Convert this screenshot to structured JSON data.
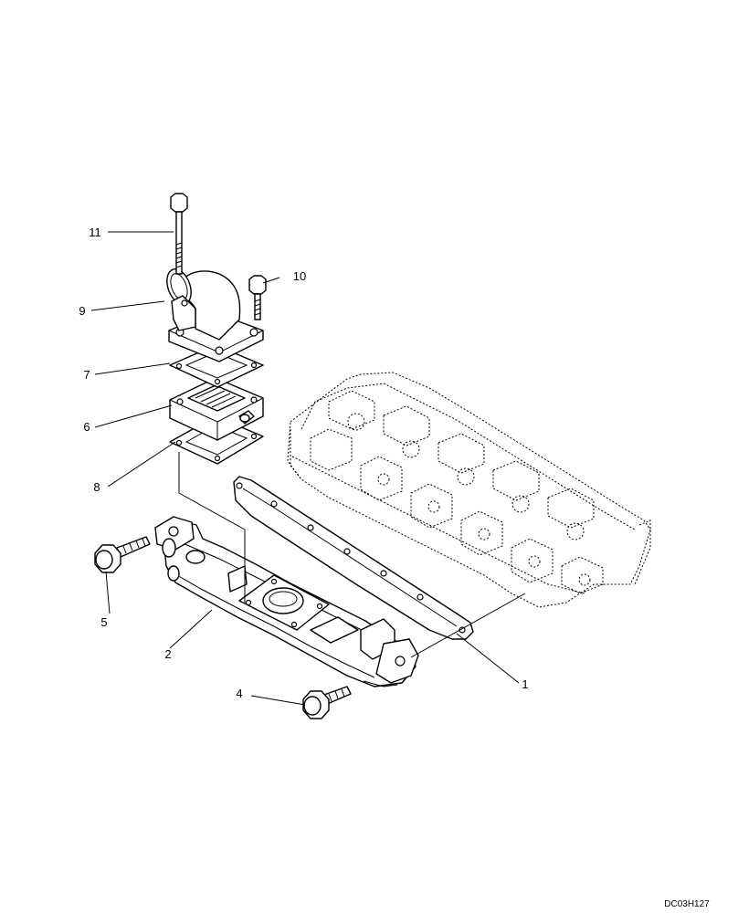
{
  "diagram": {
    "labels": {
      "l1": "1",
      "l2": "2",
      "l4": "4",
      "l5": "5",
      "l6": "6",
      "l7": "7",
      "l8": "8",
      "l9": "9",
      "l10": "10",
      "l11": "11"
    },
    "drawing_code": "DC03H127"
  }
}
